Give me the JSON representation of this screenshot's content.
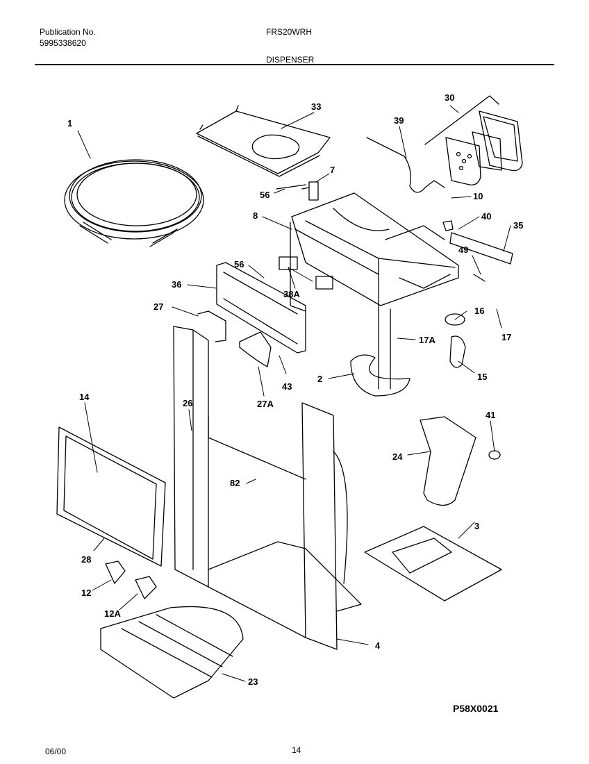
{
  "header": {
    "pub_label": "Publication No.",
    "pub_number": "5995338620",
    "model": "FRS20WRH",
    "section": "DISPENSER"
  },
  "callouts": [
    "1",
    "33",
    "30",
    "39",
    "7",
    "56",
    "10",
    "8",
    "40",
    "35",
    "49",
    "56",
    "36",
    "38A",
    "27",
    "16",
    "17",
    "17A",
    "43",
    "2",
    "15",
    "14",
    "27A",
    "26",
    "41",
    "24",
    "82",
    "3",
    "28",
    "12",
    "12A",
    "4",
    "23"
  ],
  "footer": {
    "date": "06/00",
    "page": "14",
    "drawing_code": "P58X0021"
  }
}
